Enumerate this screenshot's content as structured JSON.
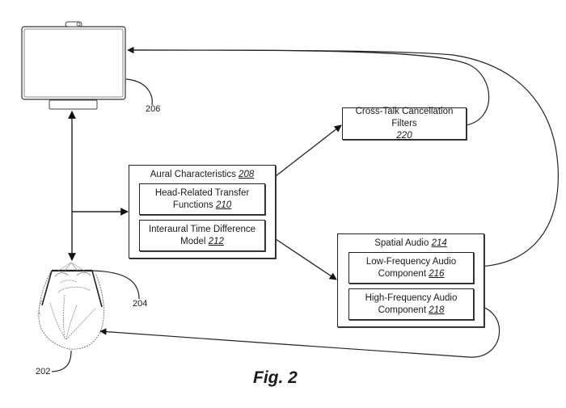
{
  "figure": {
    "caption": "Fig. 2"
  },
  "elements": {
    "display": {
      "ref": "206"
    },
    "head": {
      "ref": "202"
    },
    "headset": {
      "ref": "204"
    },
    "aural_characteristics": {
      "label": "Aural Characteristics",
      "ref": "208",
      "children": [
        {
          "label_line1": "Head-Related Transfer",
          "label_line2": "Functions",
          "ref": "210"
        },
        {
          "label_line1": "Interaural Time Difference",
          "label_line2": "Model",
          "ref": "212"
        }
      ]
    },
    "cross_talk": {
      "label": "Cross-Talk Cancellation Filters",
      "ref": "220"
    },
    "spatial_audio": {
      "label": "Spatial Audio",
      "ref": "214",
      "children": [
        {
          "label_line1": "Low-Frequency Audio",
          "label_line2": "Component",
          "ref": "216"
        },
        {
          "label_line1": "High-Frequency Audio",
          "label_line2": "Component",
          "ref": "218"
        }
      ]
    }
  },
  "connections": [
    {
      "from": "display",
      "to": "head",
      "type": "bidirectional"
    },
    {
      "from": "vertical-link",
      "to": "aural_characteristics",
      "type": "arrow"
    },
    {
      "from": "aural_characteristics",
      "to": "cross_talk",
      "type": "arrow"
    },
    {
      "from": "aural_characteristics",
      "to": "spatial_audio",
      "type": "arrow"
    },
    {
      "from": "cross_talk",
      "to": "display",
      "type": "arrow"
    },
    {
      "from": "low_frequency_component",
      "to": "display",
      "type": "arrow"
    },
    {
      "from": "high_frequency_component",
      "to": "head",
      "type": "arrow"
    }
  ]
}
